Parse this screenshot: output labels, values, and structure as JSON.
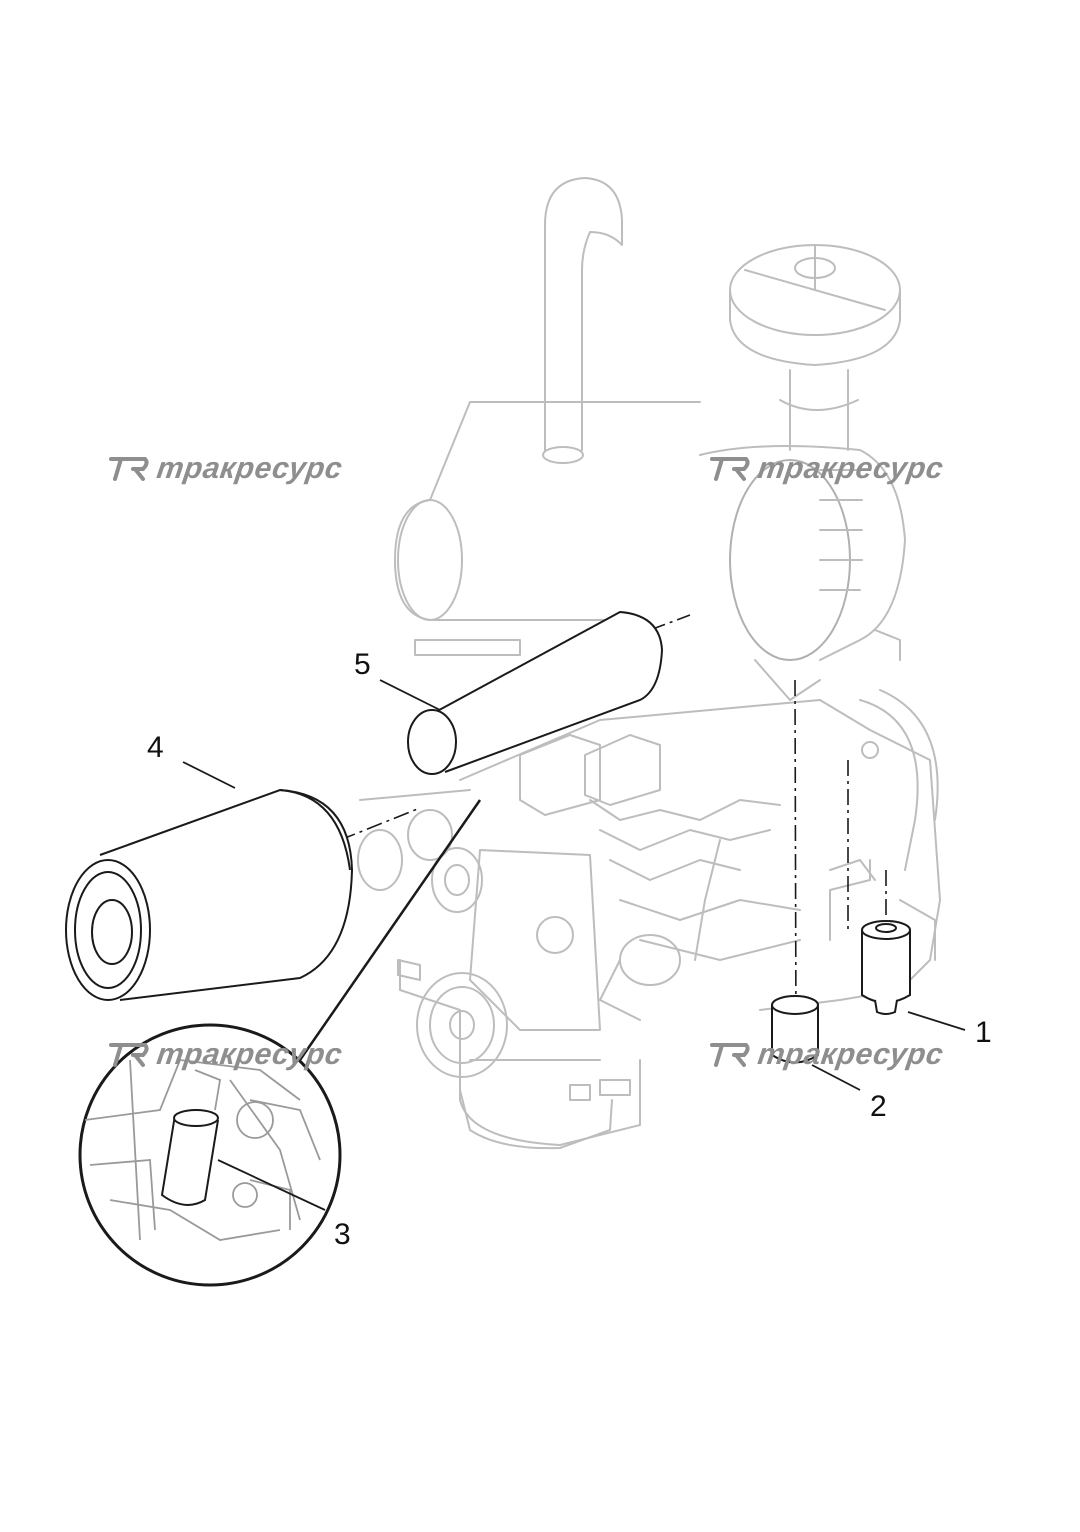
{
  "watermark": {
    "text": "тракресурс",
    "logo": "tr-logo-icon",
    "color": "#8e8e8e"
  },
  "callouts": [
    "1",
    "2",
    "3",
    "4",
    "5"
  ],
  "line_color": "#1a1a1a",
  "ghost_color": "#b8b8b8"
}
